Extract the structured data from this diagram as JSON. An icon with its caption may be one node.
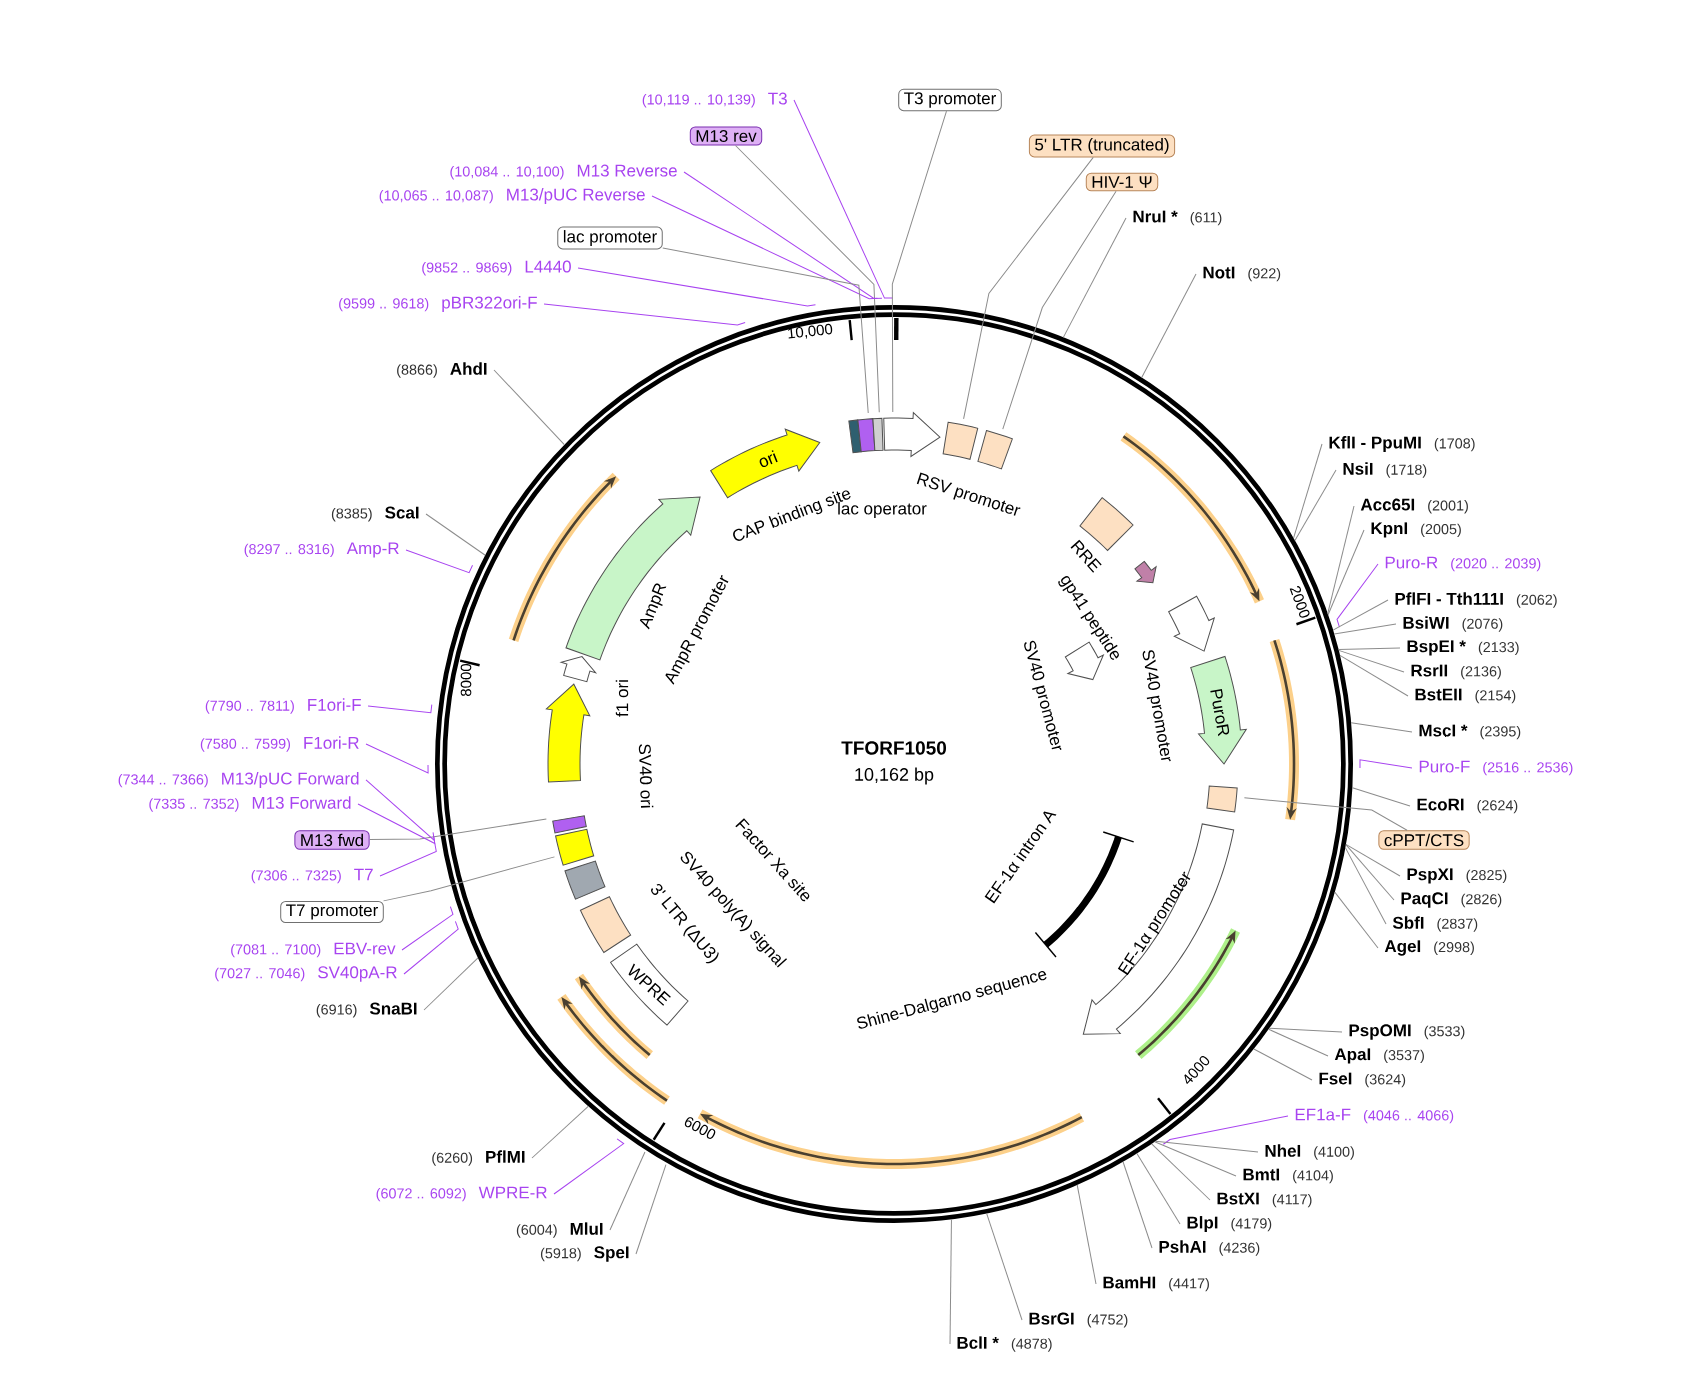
{
  "diagram": {
    "title": "TFORF1050",
    "nodes": [
      {
        "text": [
          "(10,119 .. 10,139)",
          "T3"
        ]
      },
      {
        "text": [
          "M13 rev"
        ]
      },
      {
        "text": [
          "T3 promoter"
        ]
      },
      {
        "text": [
          "(10,084 .. 10,100)",
          "M13 Reverse"
        ]
      },
      {
        "text": [
          "(10,065 .. 10,087)",
          "M13/pUC Reverse"
        ]
      },
      {
        "text": [
          "lac promoter"
        ]
      },
      {
        "text": [
          "(9852 .. 9869)",
          "L4440"
        ]
      },
      {
        "text": [
          "(9599 .. 9618)",
          "pBR322ori-F"
        ]
      },
      {
        "text": [
          "5' LTR (truncated)"
        ]
      },
      {
        "text": [
          "HIV-1 Ψ"
        ]
      },
      {
        "text": [
          "NruI *",
          "(611)"
        ]
      },
      {
        "text": [
          "NotI",
          "(922)"
        ]
      },
      {
        "text": [
          "KflI - PpuMI",
          "(1708)"
        ]
      },
      {
        "text": [
          "NsiI",
          "(1718)"
        ]
      },
      {
        "text": [
          "Acc65I",
          "(2001)"
        ]
      },
      {
        "text": [
          "KpnI",
          "(2005)"
        ]
      },
      {
        "text": [
          "Puro-R",
          "(2020 .. 2039)"
        ]
      },
      {
        "text": [
          "PflFI - Tth111I",
          "(2062)"
        ]
      },
      {
        "text": [
          "BsiWI",
          "(2076)"
        ]
      },
      {
        "text": [
          "BspEI *",
          "(2133)"
        ]
      },
      {
        "text": [
          "RsrII",
          "(2136)"
        ]
      },
      {
        "text": [
          "BstEII",
          "(2154)"
        ]
      },
      {
        "text": [
          "MscI *",
          "(2395)"
        ]
      },
      {
        "text": [
          "Puro-F",
          "(2516 .. 2536)"
        ]
      },
      {
        "text": [
          "EcoRI",
          "(2624)"
        ]
      },
      {
        "text": [
          "cPPT/CTS"
        ]
      },
      {
        "text": [
          "PspXI",
          "(2825)"
        ]
      },
      {
        "text": [
          "PaqCI",
          "(2826)"
        ]
      },
      {
        "text": [
          "SbfI",
          "(2837)"
        ]
      },
      {
        "text": [
          "AgeI",
          "(2998)"
        ]
      },
      {
        "text": [
          "PspOMI",
          "(3533)"
        ]
      },
      {
        "text": [
          "ApaI",
          "(3537)"
        ]
      },
      {
        "text": [
          "FseI",
          "(3624)"
        ]
      },
      {
        "text": [
          "EF1a-F",
          "(4046 .. 4066)"
        ]
      },
      {
        "text": [
          "NheI",
          "(4100)"
        ]
      },
      {
        "text": [
          "BmtI",
          "(4104)"
        ]
      },
      {
        "text": [
          "BstXI",
          "(4117)"
        ]
      },
      {
        "text": [
          "BlpI",
          "(4179)"
        ]
      },
      {
        "text": [
          "PshAI",
          "(4236)"
        ]
      },
      {
        "text": [
          "BamHI",
          "(4417)"
        ]
      },
      {
        "text": [
          "BsrGI",
          "(4752)"
        ]
      },
      {
        "text": [
          "BclI *",
          "(4878)"
        ]
      },
      {
        "text": [
          "(5918)",
          "SpeI"
        ]
      },
      {
        "text": [
          "(6004)",
          "MluI"
        ]
      },
      {
        "text": [
          "(6072 .. 6092)",
          "WPRE-R"
        ]
      },
      {
        "text": [
          "(6260)",
          "PflMI"
        ]
      },
      {
        "text": [
          "(6916)",
          "SnaBI"
        ]
      },
      {
        "text": [
          "(7027 .. 7046)",
          "SV40pA-R"
        ]
      },
      {
        "text": [
          "(7081 .. 7100)",
          "EBV-rev"
        ]
      },
      {
        "text": [
          "T7 promoter"
        ]
      },
      {
        "text": [
          "(7306 .. 7325)",
          "T7"
        ]
      },
      {
        "text": [
          "M13 fwd"
        ]
      },
      {
        "text": [
          "(7335 .. 7352)",
          "M13 Forward"
        ]
      },
      {
        "text": [
          "(7344 .. 7366)",
          "M13/pUC Forward"
        ]
      },
      {
        "text": [
          "(7580 .. 7599)",
          "F1ori-R"
        ]
      },
      {
        "text": [
          "(7790 .. 7811)",
          "F1ori-F"
        ]
      },
      {
        "text": [
          "(8297 .. 8316)",
          "Amp-R"
        ]
      },
      {
        "text": [
          "(8385)",
          "ScaI"
        ]
      },
      {
        "text": [
          "(8866)",
          "AhdI"
        ]
      },
      {
        "text": [
          "ori"
        ]
      },
      {
        "text": [
          "PuroR"
        ]
      },
      {
        "text": [
          "WPRE"
        ]
      }
    ],
    "edges": [
      {
        "from": 0,
        "to": null,
        "arrow": "none",
        "color": "#a844f0"
      },
      {
        "from": 1,
        "to": null,
        "arrow": "none"
      },
      {
        "from": 2,
        "to": null,
        "arrow": "none"
      },
      {
        "from": 3,
        "to": null,
        "arrow": "none",
        "color": "#a844f0"
      },
      {
        "from": 4,
        "to": null,
        "arrow": "none",
        "color": "#a844f0"
      },
      {
        "from": 5,
        "to": null,
        "arrow": "none"
      },
      {
        "from": 6,
        "to": null,
        "arrow": "none",
        "color": "#a844f0"
      },
      {
        "from": 7,
        "to": null,
        "arrow": "none",
        "color": "#a844f0"
      },
      {
        "from": 8,
        "to": null,
        "arrow": "none"
      },
      {
        "from": 9,
        "to": null,
        "arrow": "none"
      },
      {
        "from": 10,
        "to": null,
        "arrow": "none"
      },
      {
        "from": 11,
        "to": null,
        "arrow": "none"
      },
      {
        "from": 12,
        "to": null,
        "arrow": "none"
      },
      {
        "from": 13,
        "to": null,
        "arrow": "none"
      },
      {
        "from": 14,
        "to": null,
        "arrow": "none"
      },
      {
        "from": 15,
        "to": null,
        "arrow": "none"
      },
      {
        "from": 16,
        "to": null,
        "arrow": "none",
        "color": "#a844f0"
      },
      {
        "from": 17,
        "to": null,
        "arrow": "none"
      },
      {
        "from": 18,
        "to": null,
        "arrow": "none"
      },
      {
        "from": 19,
        "to": null,
        "arrow": "none"
      },
      {
        "from": 20,
        "to": null,
        "arrow": "none"
      },
      {
        "from": 21,
        "to": null,
        "arrow": "none"
      },
      {
        "from": 22,
        "to": null,
        "arrow": "none"
      },
      {
        "from": 23,
        "to": null,
        "arrow": "none",
        "color": "#a844f0"
      },
      {
        "from": 24,
        "to": null,
        "arrow": "none"
      },
      {
        "from": 25,
        "to": null,
        "arrow": "none"
      },
      {
        "from": 26,
        "to": null,
        "arrow": "none"
      },
      {
        "from": 27,
        "to": null,
        "arrow": "none"
      },
      {
        "from": 28,
        "to": null,
        "arrow": "none"
      },
      {
        "from": 29,
        "to": null,
        "arrow": "none"
      },
      {
        "from": 30,
        "to": null,
        "arrow": "none"
      },
      {
        "from": 31,
        "to": null,
        "arrow": "none"
      },
      {
        "from": 32,
        "to": null,
        "arrow": "none"
      },
      {
        "from": 33,
        "to": null,
        "arrow": "none",
        "color": "#a844f0"
      },
      {
        "from": 34,
        "to": null,
        "arrow": "none"
      },
      {
        "from": 35,
        "to": null,
        "arrow": "none"
      },
      {
        "from": 36,
        "to": null,
        "arrow": "none"
      },
      {
        "from": 37,
        "to": null,
        "arrow": "none"
      },
      {
        "from": 38,
        "to": null,
        "arrow": "none"
      },
      {
        "from": 39,
        "to": null,
        "arrow": "none"
      },
      {
        "from": 40,
        "to": null,
        "arrow": "none"
      },
      {
        "from": 41,
        "to": null,
        "arrow": "none"
      },
      {
        "from": 42,
        "to": null,
        "arrow": "none"
      },
      {
        "from": 43,
        "to": null,
        "arrow": "none"
      },
      {
        "from": 44,
        "to": null,
        "arrow": "none",
        "color": "#a844f0"
      },
      {
        "from": 45,
        "to": null,
        "arrow": "none"
      },
      {
        "from": 46,
        "to": null,
        "arrow": "none"
      },
      {
        "from": 47,
        "to": null,
        "arrow": "none",
        "color": "#a844f0"
      },
      {
        "from": 48,
        "to": null,
        "arrow": "none",
        "color": "#a844f0"
      },
      {
        "from": 49,
        "to": null,
        "arrow": "none"
      },
      {
        "from": 50,
        "to": null,
        "arrow": "none",
        "color": "#a844f0"
      },
      {
        "from": 51,
        "to": null,
        "arrow": "none"
      },
      {
        "from": 52,
        "to": null,
        "arrow": "none",
        "color": "#a844f0"
      },
      {
        "from": 53,
        "to": null,
        "arrow": "none",
        "color": "#a844f0"
      },
      {
        "from": 54,
        "to": null,
        "arrow": "none",
        "color": "#a844f0"
      },
      {
        "from": 55,
        "to": null,
        "arrow": "none",
        "color": "#a844f0"
      },
      {
        "from": 56,
        "to": null,
        "arrow": "none",
        "color": "#a844f0"
      },
      {
        "from": 57,
        "to": null,
        "arrow": "none"
      },
      {
        "from": 58,
        "to": null,
        "arrow": "none"
      }
    ],
    "labels": [
      "10,162 bp",
      "10,000",
      "2000",
      "4000",
      "6000",
      "8000",
      "CAP binding site",
      "lac operator",
      "RSV promoter",
      "RRE",
      "gp41 peptide",
      "SV40 promoter",
      "SV40 promoter",
      "EF-1α intron A",
      "EF-1α promoter",
      "Shine-Dalgarno sequence",
      "3' LTR (ΔU3)",
      "SV40 poly(A) signal",
      "Factor Xa site",
      "SV40 ori",
      "f1 ori",
      "AmpR",
      "AmpR promoter"
    ]
  }
}
